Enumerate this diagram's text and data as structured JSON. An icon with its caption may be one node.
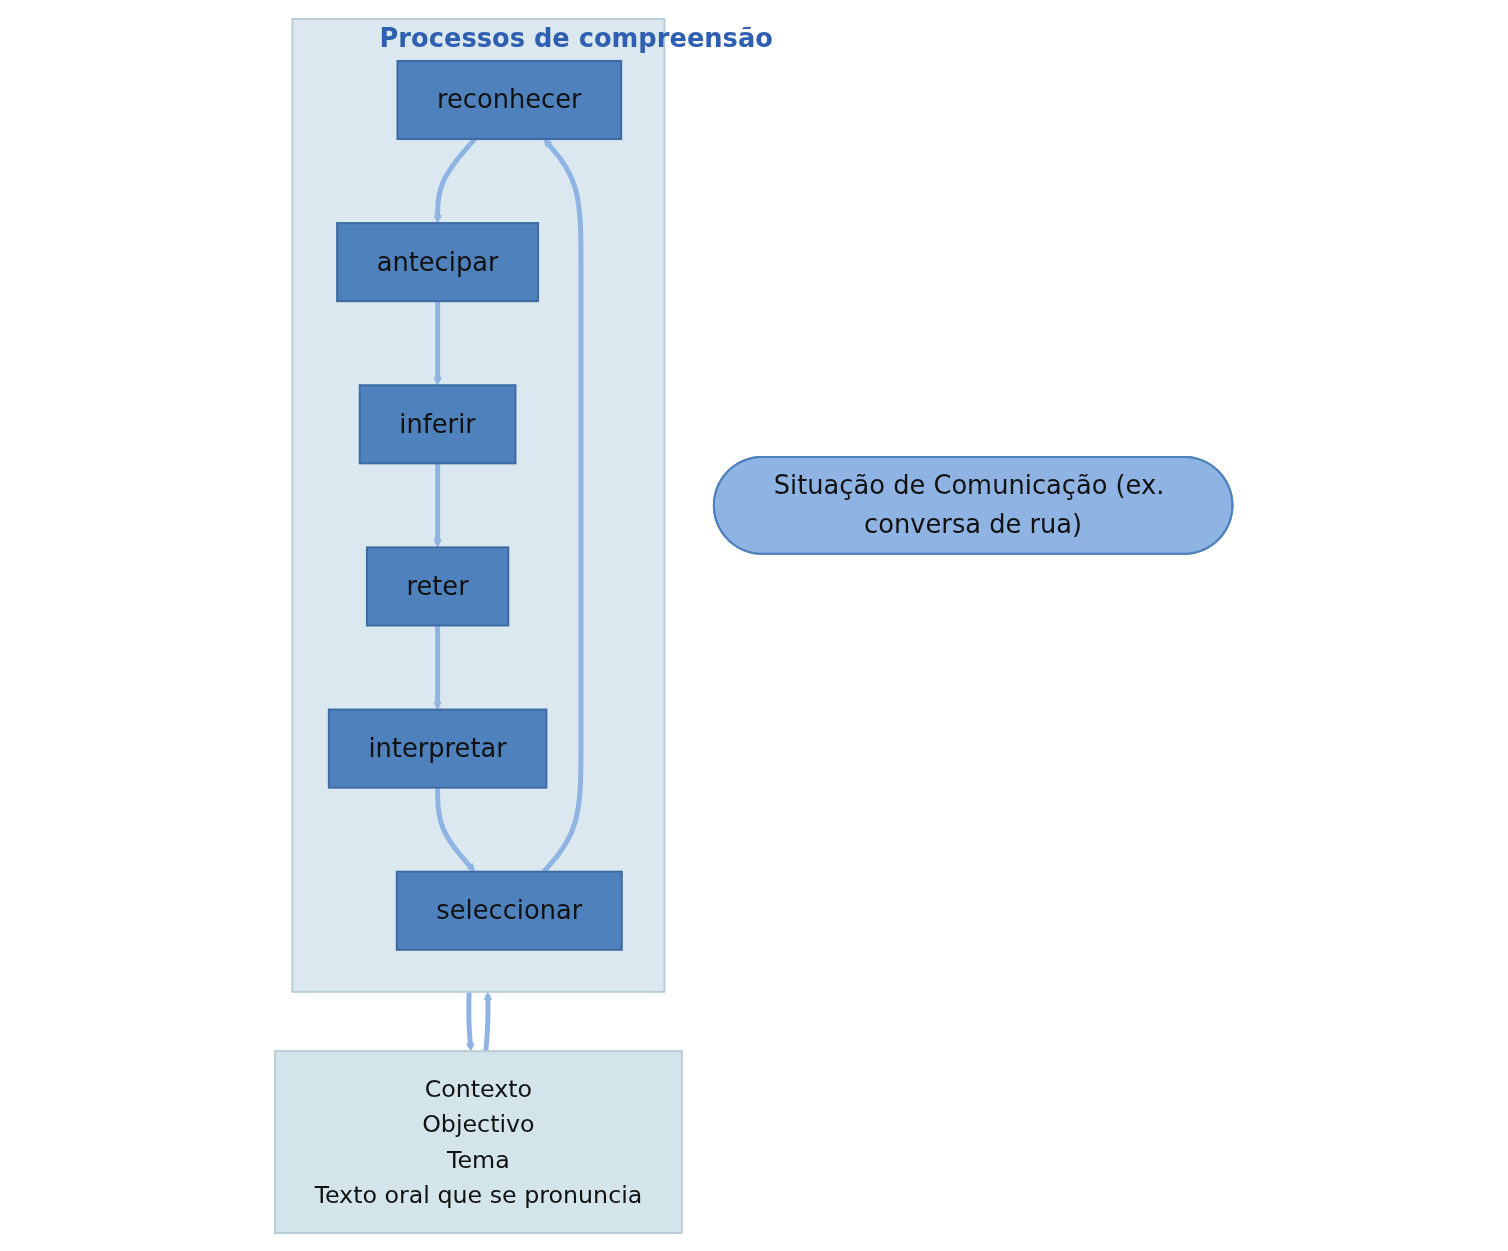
{
  "diagram": {
    "nodes": [
      {
        "text": [
          "Situação de Comunicação (ex. conversa de rua)"
        ]
      },
      {
        "text": [
          "Contexto",
          "Objectivo",
          "Tema",
          "Texto oral que se pronuncia"
        ]
      },
      {
        "text": [
          "Processos de compreensão"
        ]
      },
      {
        "text": [
          "reconhecer"
        ],
        "in": 2
      },
      {
        "text": [
          "antecipar"
        ],
        "in": 2
      },
      {
        "text": [
          "inferir"
        ],
        "in": 2
      },
      {
        "text": [
          "reter"
        ],
        "in": 2
      },
      {
        "text": [
          "interpretar"
        ],
        "in": 2
      },
      {
        "text": [
          "seleccionar"
        ],
        "in": 2
      }
    ],
    "edges": [
      {
        "from": 1,
        "to": 2,
        "arrow": "to"
      },
      {
        "from": 3,
        "to": 4,
        "arrow": "to"
      },
      {
        "from": 4,
        "to": 5,
        "arrow": "to"
      },
      {
        "from": 5,
        "to": 6,
        "arrow": "to"
      },
      {
        "from": 6,
        "to": 7,
        "arrow": "to"
      },
      {
        "from": 7,
        "to": 8,
        "arrow": "to"
      },
      {
        "from": 8,
        "to": 3,
        "arrow": "to"
      },
      {
        "from": 2,
        "to": 1,
        "arrow": "to"
      }
    ]
  }
}
